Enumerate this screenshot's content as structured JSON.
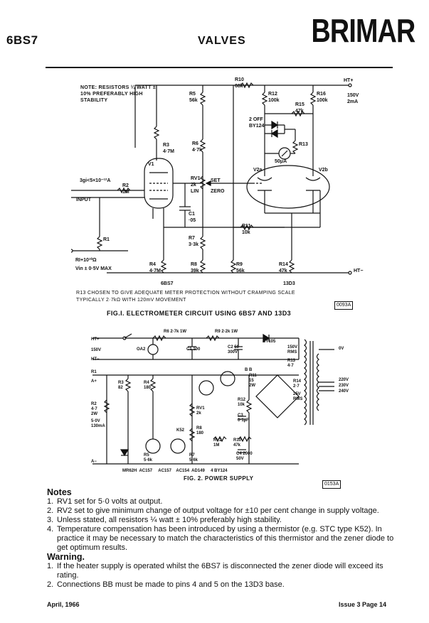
{
  "header": {
    "valve_type": "6BS7",
    "section": "VALVES",
    "brand": "BRIMAR"
  },
  "fig1": {
    "note": "NOTE: RESISTORS ¼ WATT ± 10% PREFERABLY HIGH STABILITY",
    "labels": {
      "ht_plus": "HT+",
      "ht_minus": "HT−",
      "supply": "150V 2mA",
      "input": "INPUT",
      "input_current": "3gi<5×10⁻¹²A",
      "ri": "RI+10¹⁰Ω",
      "vin": "Vin ± 0·5V MAX",
      "v1": "V1",
      "v2a": "V2a",
      "v2b": "V2b",
      "meter": "50μA",
      "diodes": "2 OFF BY124",
      "set": "SET",
      "zero": "ZERO",
      "rv1": "RV1 2k LIN",
      "valve1": "6BS7",
      "valve2": "13D3",
      "r1": "R1",
      "r2": "R2 1M",
      "r3": "R3 4·7M",
      "r4": "R4 4·7M",
      "r5": "R5 56k",
      "r6": "R6 4·7k",
      "r7": "R7 3·3k",
      "r8": "R8 39k",
      "r9": "R9 56k",
      "r10": "R10 68k",
      "r11": "R11 10k",
      "r12": "R12 100k",
      "r13": "R13",
      "r14": "R14 47k",
      "r15": "R15 47k",
      "r16": "R16 100k",
      "c1": "C1 ·05"
    },
    "remark_1": "R13 CHOSEN TO GIVE ADEQUATE METER PROTECTION WITHOUT CRAMPING SCALE",
    "remark_2": "TYPICALLY 2·7kΩ WITH 120mV MOVEMENT",
    "code": "0093A",
    "caption": "FIG.I. ELECTROMETER CIRCUIT USING 6BS7 AND 13D3"
  },
  "fig2": {
    "labels": {
      "ht_plus": "HT+",
      "ht_minus": "HT−",
      "v150": "150V",
      "a_plus": "A+",
      "a_minus": "A−",
      "v5": "5·0V 130mA",
      "oa2": "OA2",
      "by105": "BY105",
      "v150rms": "150V RMS",
      "v25rms": "25V RMS",
      "v0": "0V",
      "v220": "220V",
      "v230": "230V",
      "v240": "240V",
      "r6": "R6 2·7k 1W",
      "r9": "R9 2·2k 1W",
      "c1": "C1 100",
      "c2": "C2 50 300V",
      "r13": "R13 4·7",
      "r14": "R14 2·7",
      "r11": "R11 15 2W",
      "r12": "R12 10k",
      "c3": "C3 0·1µF",
      "r10": "R10 47k",
      "c4": "C4 2000 50V",
      "rv1": "RV1 2k",
      "rv2": "RV2 1M",
      "r8": "R8 180",
      "r7": "R7 5·6k",
      "r5": "R5 5·6k",
      "r4": "R4 180",
      "r3": "R3 82",
      "r2": "R2 4·7 2W",
      "r1": "R1",
      "k52": "K52",
      "bb": "B B",
      "parts": "MR62H  AC157     AC157    AC154  AD149     4 BY124"
    },
    "caption": "FIG. 2. POWER SUPPLY",
    "code": "0153A"
  },
  "notes": {
    "heading": "Notes",
    "items": [
      "RV1 set for 5·0 volts at output.",
      "RV2 set to give minimum change of output voltage for ±10 per cent change in supply voltage.",
      "Unless stated, all resistors ¼ watt ± 10% preferably high stability.",
      "Temperature compensation has been introduced by using a thermistor (e.g. STC type K52). In practice it may be necessary to match the characteristics of this thermistor and the zener diode to get optimum results."
    ]
  },
  "warning": {
    "heading": "Warning.",
    "items": [
      "If the heater supply is operated whilst the 6BS7 is disconnected the zener diode will exceed its rating.",
      "Connections BB must be made to pins 4 and 5 on the 13D3 base."
    ]
  },
  "footer": {
    "date": "April, 1966",
    "issue": "Issue 3 Page 14"
  }
}
